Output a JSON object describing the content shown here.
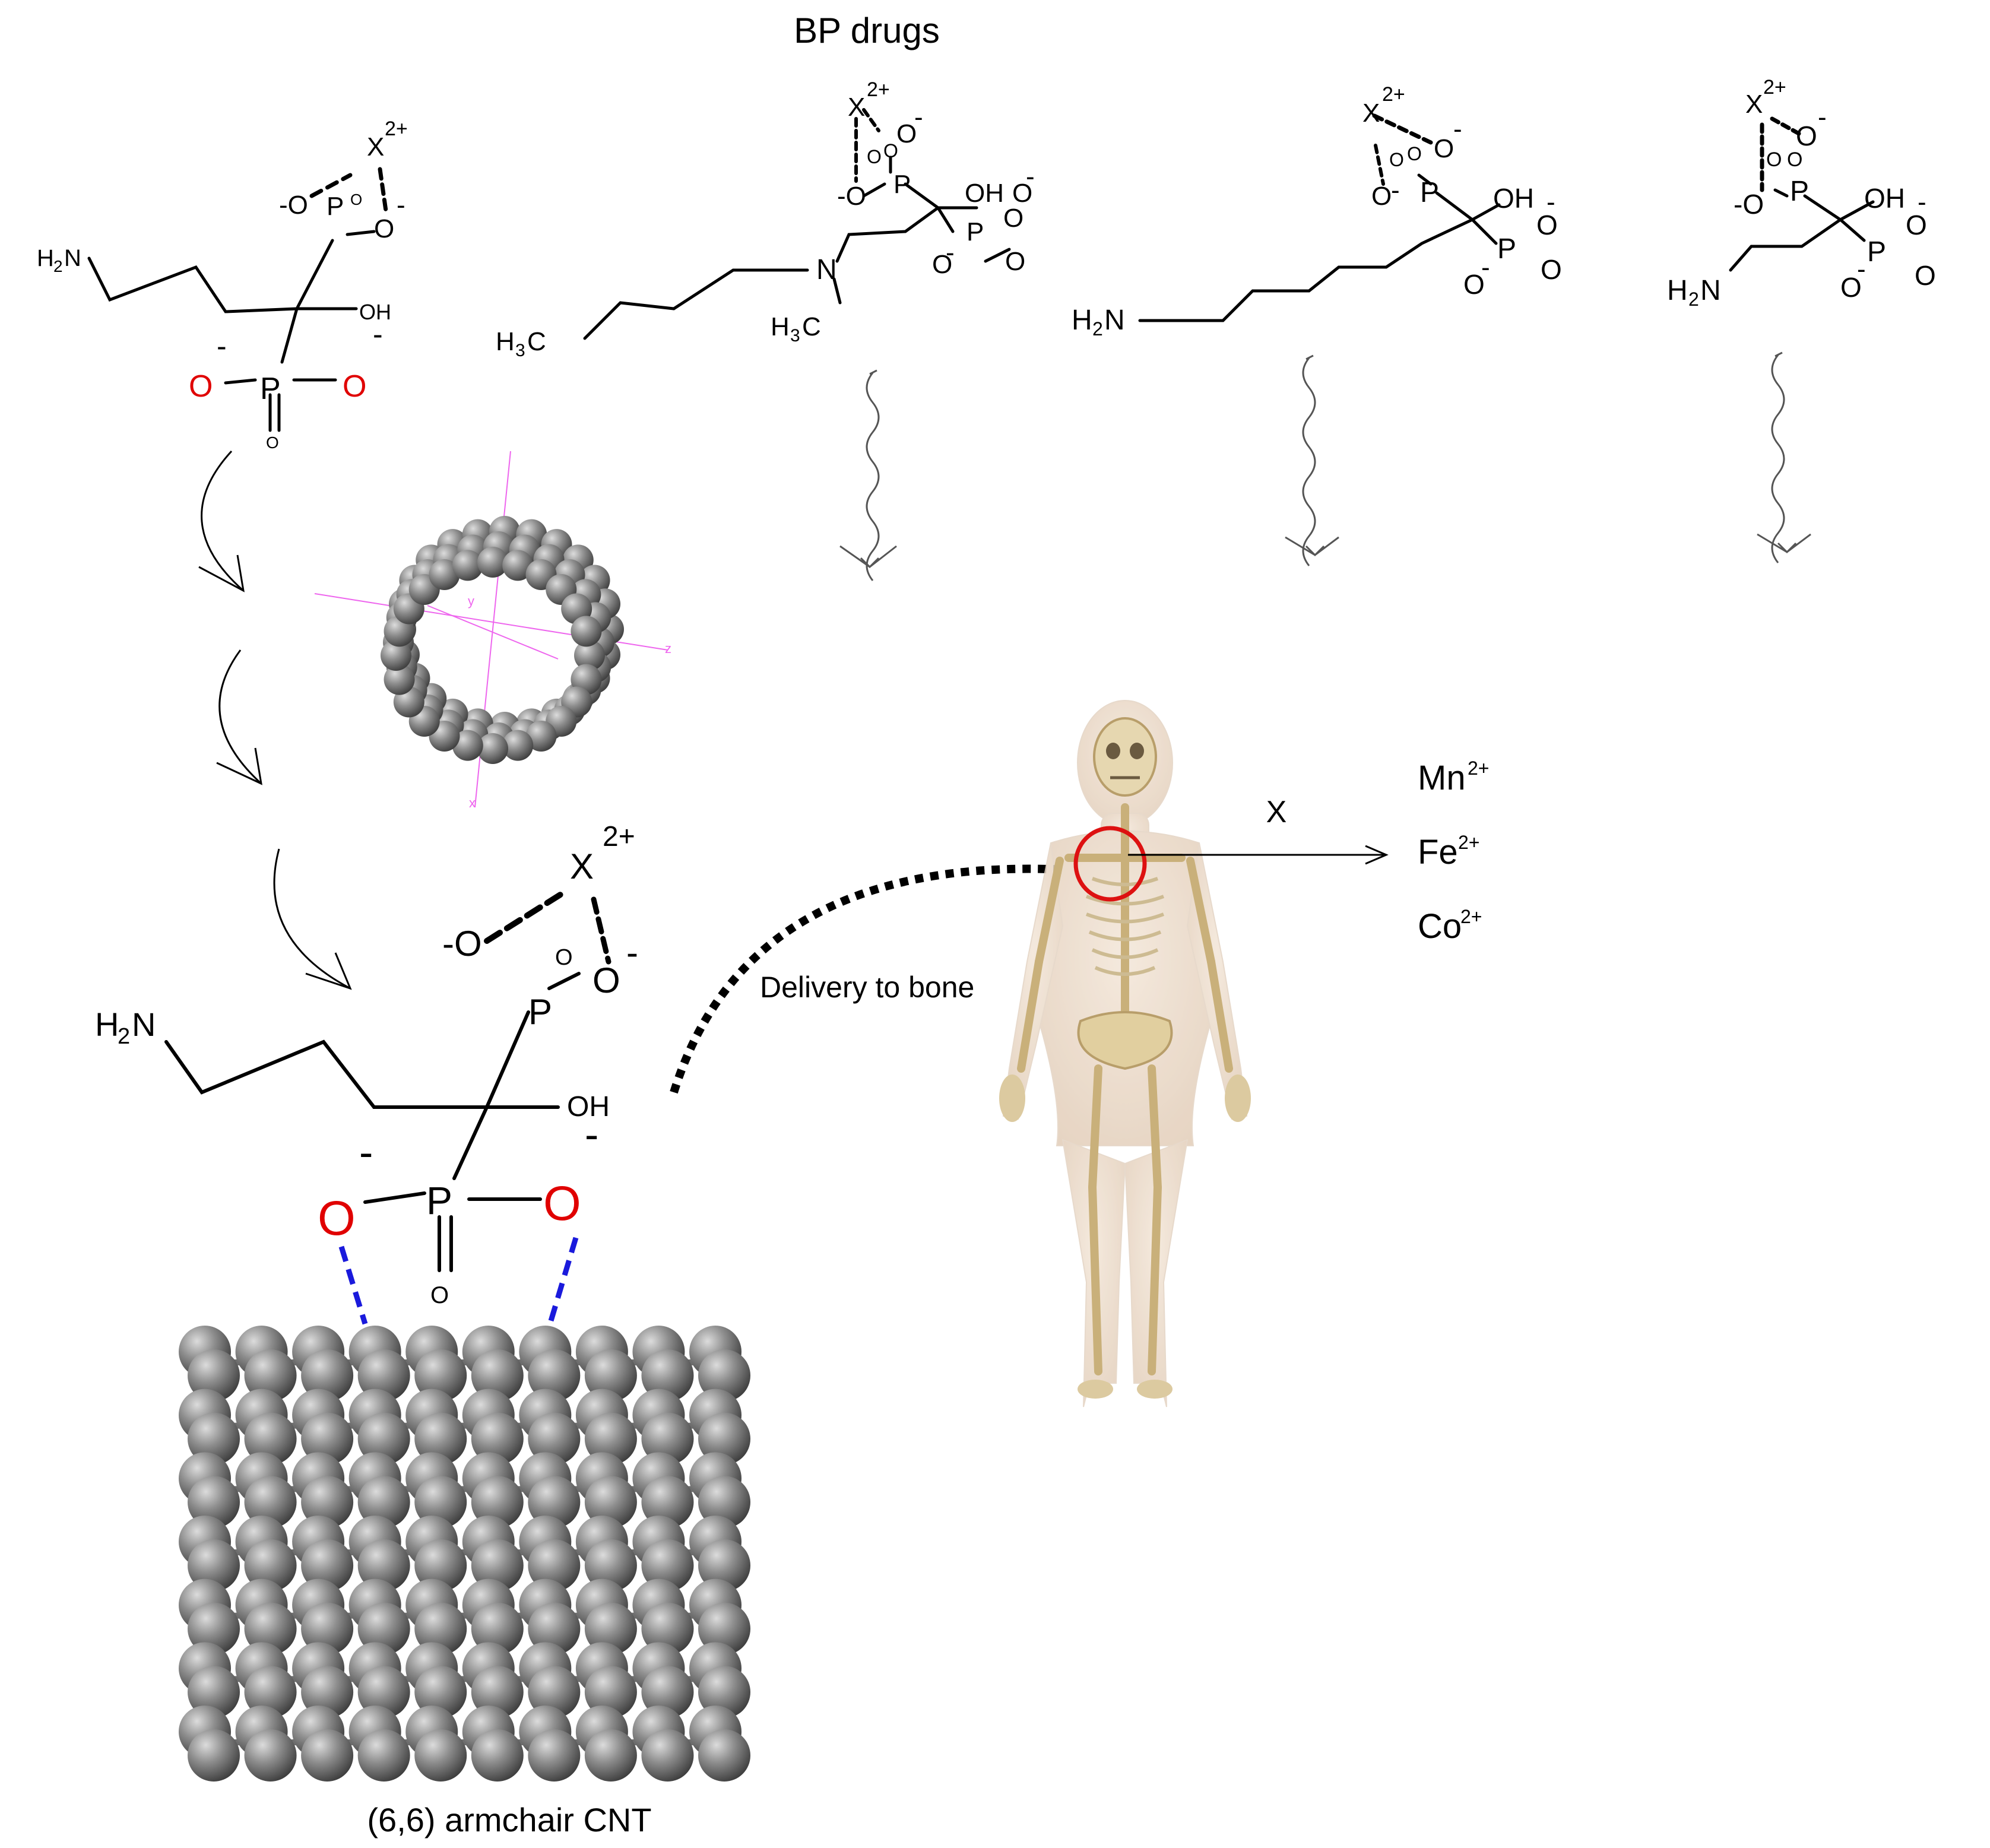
{
  "header": {
    "title": "BP drugs"
  },
  "molecules": {
    "m1": {
      "h2n": "H",
      "sub2": "2",
      "n": "N",
      "oh": "OH",
      "x": "X",
      "charge": "2+",
      "o_minus_left": "-O",
      "p": "P",
      "o": "O",
      "minus": "-",
      "dash": "-"
    },
    "m2": {
      "x": "X",
      "charge": "2+",
      "minus": "-",
      "o_minus": "-O",
      "p": "P",
      "o": "O",
      "oh": "OH",
      "n": "N",
      "h3c": "H",
      "sub3": "3",
      "c": "C"
    },
    "m3": {
      "x": "X",
      "charge": "2+",
      "minus": "-",
      "p": "P",
      "o": "O",
      "oh": "OH",
      "h2n": "H",
      "sub2": "2",
      "n": "N"
    },
    "m4": {
      "x": "X",
      "charge": "2+",
      "minus": "-",
      "o_minus": "-O",
      "p": "P",
      "o": "O",
      "oh": "OH",
      "h2n": "H",
      "sub2": "2",
      "n": "N"
    },
    "big": {
      "x": "X",
      "charge": "2+",
      "o_minus_left": "-O",
      "p": "P",
      "o": "O",
      "minus": "-",
      "oh": "OH",
      "h2n": "H",
      "sub2": "2",
      "n": "N"
    }
  },
  "annotations": {
    "delivery": "Delivery to bone",
    "x_label": "X",
    "cnt_label": "(6,6) armchair CNT"
  },
  "ions": [
    {
      "symbol": "Mn",
      "charge": "2+"
    },
    {
      "symbol": "Fe",
      "charge": "2+"
    },
    {
      "symbol": "Co",
      "charge": "2+"
    }
  ],
  "axes_labels": {
    "x": "x",
    "y": "y",
    "z": "z"
  },
  "colors": {
    "oxygen_red": "#e00000",
    "hbond_blue": "#1a1adc",
    "axis_magenta": "#ee66ee",
    "sphere_gray": "#8a8a8a",
    "bone": "#d9c9a0",
    "marker_red": "#dd1111"
  }
}
